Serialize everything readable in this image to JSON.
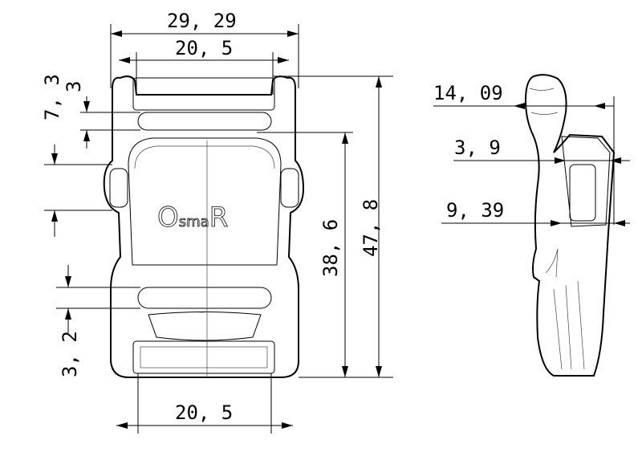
{
  "drawing": {
    "front_view": {
      "logo_text": "OsmaR",
      "dimensions": {
        "overall_width": "29, 29",
        "top_slot_width": "20, 5",
        "top_slot_height": "3",
        "side_tab_offset": "7, 3",
        "overall_height": "47, 8",
        "body_height": "38, 6",
        "bottom_slot_height": "3, 2",
        "bottom_slot_width": "20, 5"
      }
    },
    "side_view": {
      "dimensions": {
        "overall_thickness": "14, 09",
        "wall_thickness": "3, 9",
        "inner_depth": "9, 39"
      }
    }
  }
}
